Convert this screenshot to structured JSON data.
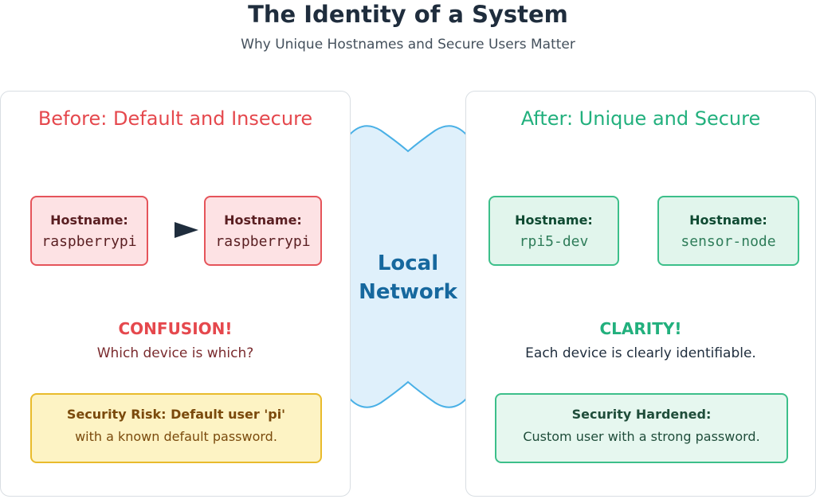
{
  "header": {
    "title": "The Identity of a System",
    "subtitle": "Why Unique Hostnames and Secure Users Matter"
  },
  "before": {
    "title": "Before: Default and Insecure",
    "hosts": [
      {
        "label": "Hostname:",
        "value": "raspberrypi"
      },
      {
        "label": "Hostname:",
        "value": "raspberrypi"
      }
    ],
    "status_head": "CONFUSION!",
    "status_text": "Which device is which?",
    "note_head": "Security Risk: Default user 'pi'",
    "note_body": "with a known default password."
  },
  "network": {
    "line1": "Local",
    "line2": "Network"
  },
  "after": {
    "title": "After: Unique and Secure",
    "hosts": [
      {
        "label": "Hostname:",
        "value": "rpi5-dev"
      },
      {
        "label": "Hostname:",
        "value": "sensor-node"
      }
    ],
    "status_head": "CLARITY!",
    "status_text": "Each device is clearly identifiable.",
    "note_head": "Security Hardened:",
    "note_body": "Custom user with a strong password."
  },
  "colors": {
    "before_accent": "#e5484d",
    "after_accent": "#22b07d",
    "network_fill": "#dff0fb",
    "network_text": "#16689e"
  }
}
